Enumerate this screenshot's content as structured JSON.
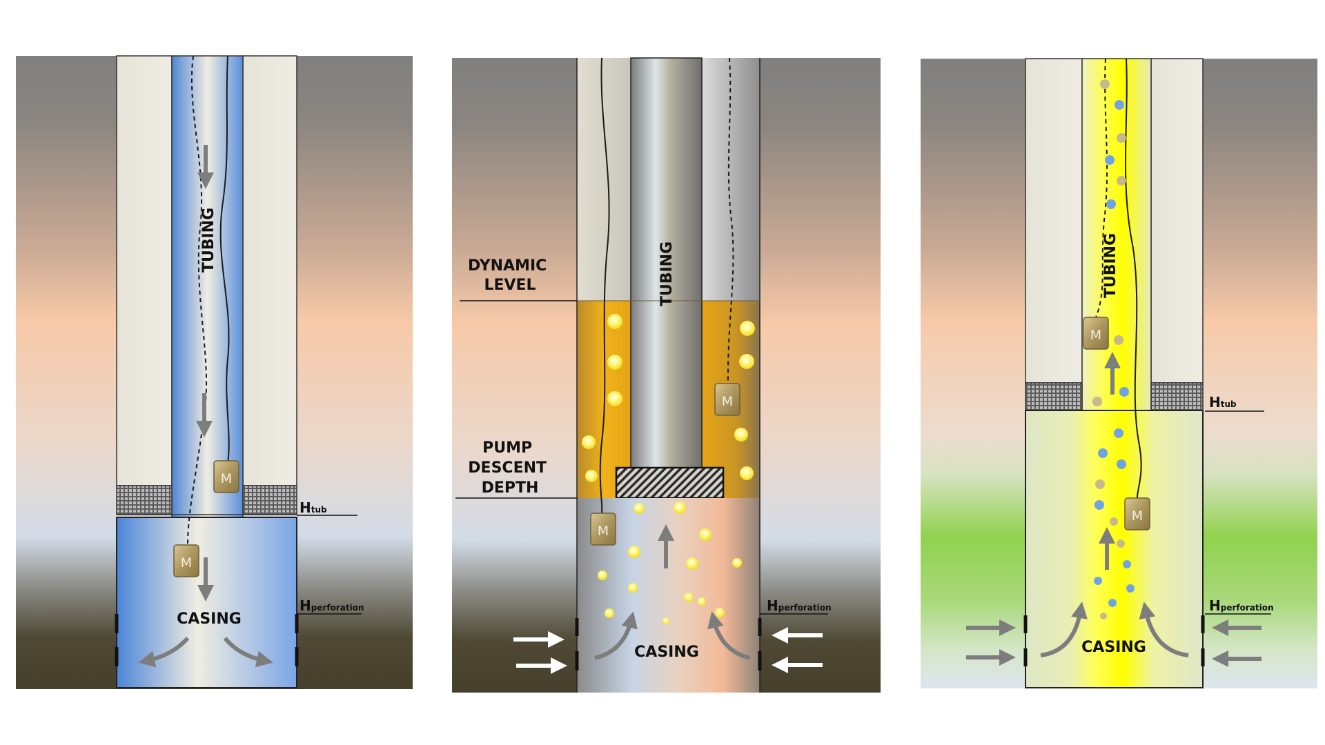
{
  "panels": [
    {
      "tubing_label": "TUBING",
      "casing_label": "CASING",
      "htub": {
        "main": "H",
        "sub": "tub"
      },
      "hperf": {
        "main": "H",
        "sub": "perforation"
      },
      "gauge_label": "M"
    },
    {
      "tubing_label": "TUBING",
      "casing_label": "CASING",
      "dynamic_level": [
        "DYNAMIC",
        "LEVEL"
      ],
      "pump_depth": [
        "PUMP",
        "DESCENT",
        "DEPTH"
      ],
      "hperf": {
        "main": "H",
        "sub": "perforation"
      },
      "gauge_label": "M"
    },
    {
      "tubing_label": "TUBING",
      "casing_label": "CASING",
      "htub": {
        "main": "H",
        "sub": "tub"
      },
      "hperf": {
        "main": "H",
        "sub": "perforation"
      },
      "gauge_label": "M"
    }
  ],
  "colors": {
    "sky_top": "#828282",
    "sky_peach": "#f6c9a8",
    "ground_dark": "#4a4430",
    "green_zone": "#8cd24a",
    "water_blue": "#4f88d8",
    "oil_yellow": "#ffef1c",
    "oil_amber": "#e8a312",
    "gauge": "#b59e68"
  }
}
